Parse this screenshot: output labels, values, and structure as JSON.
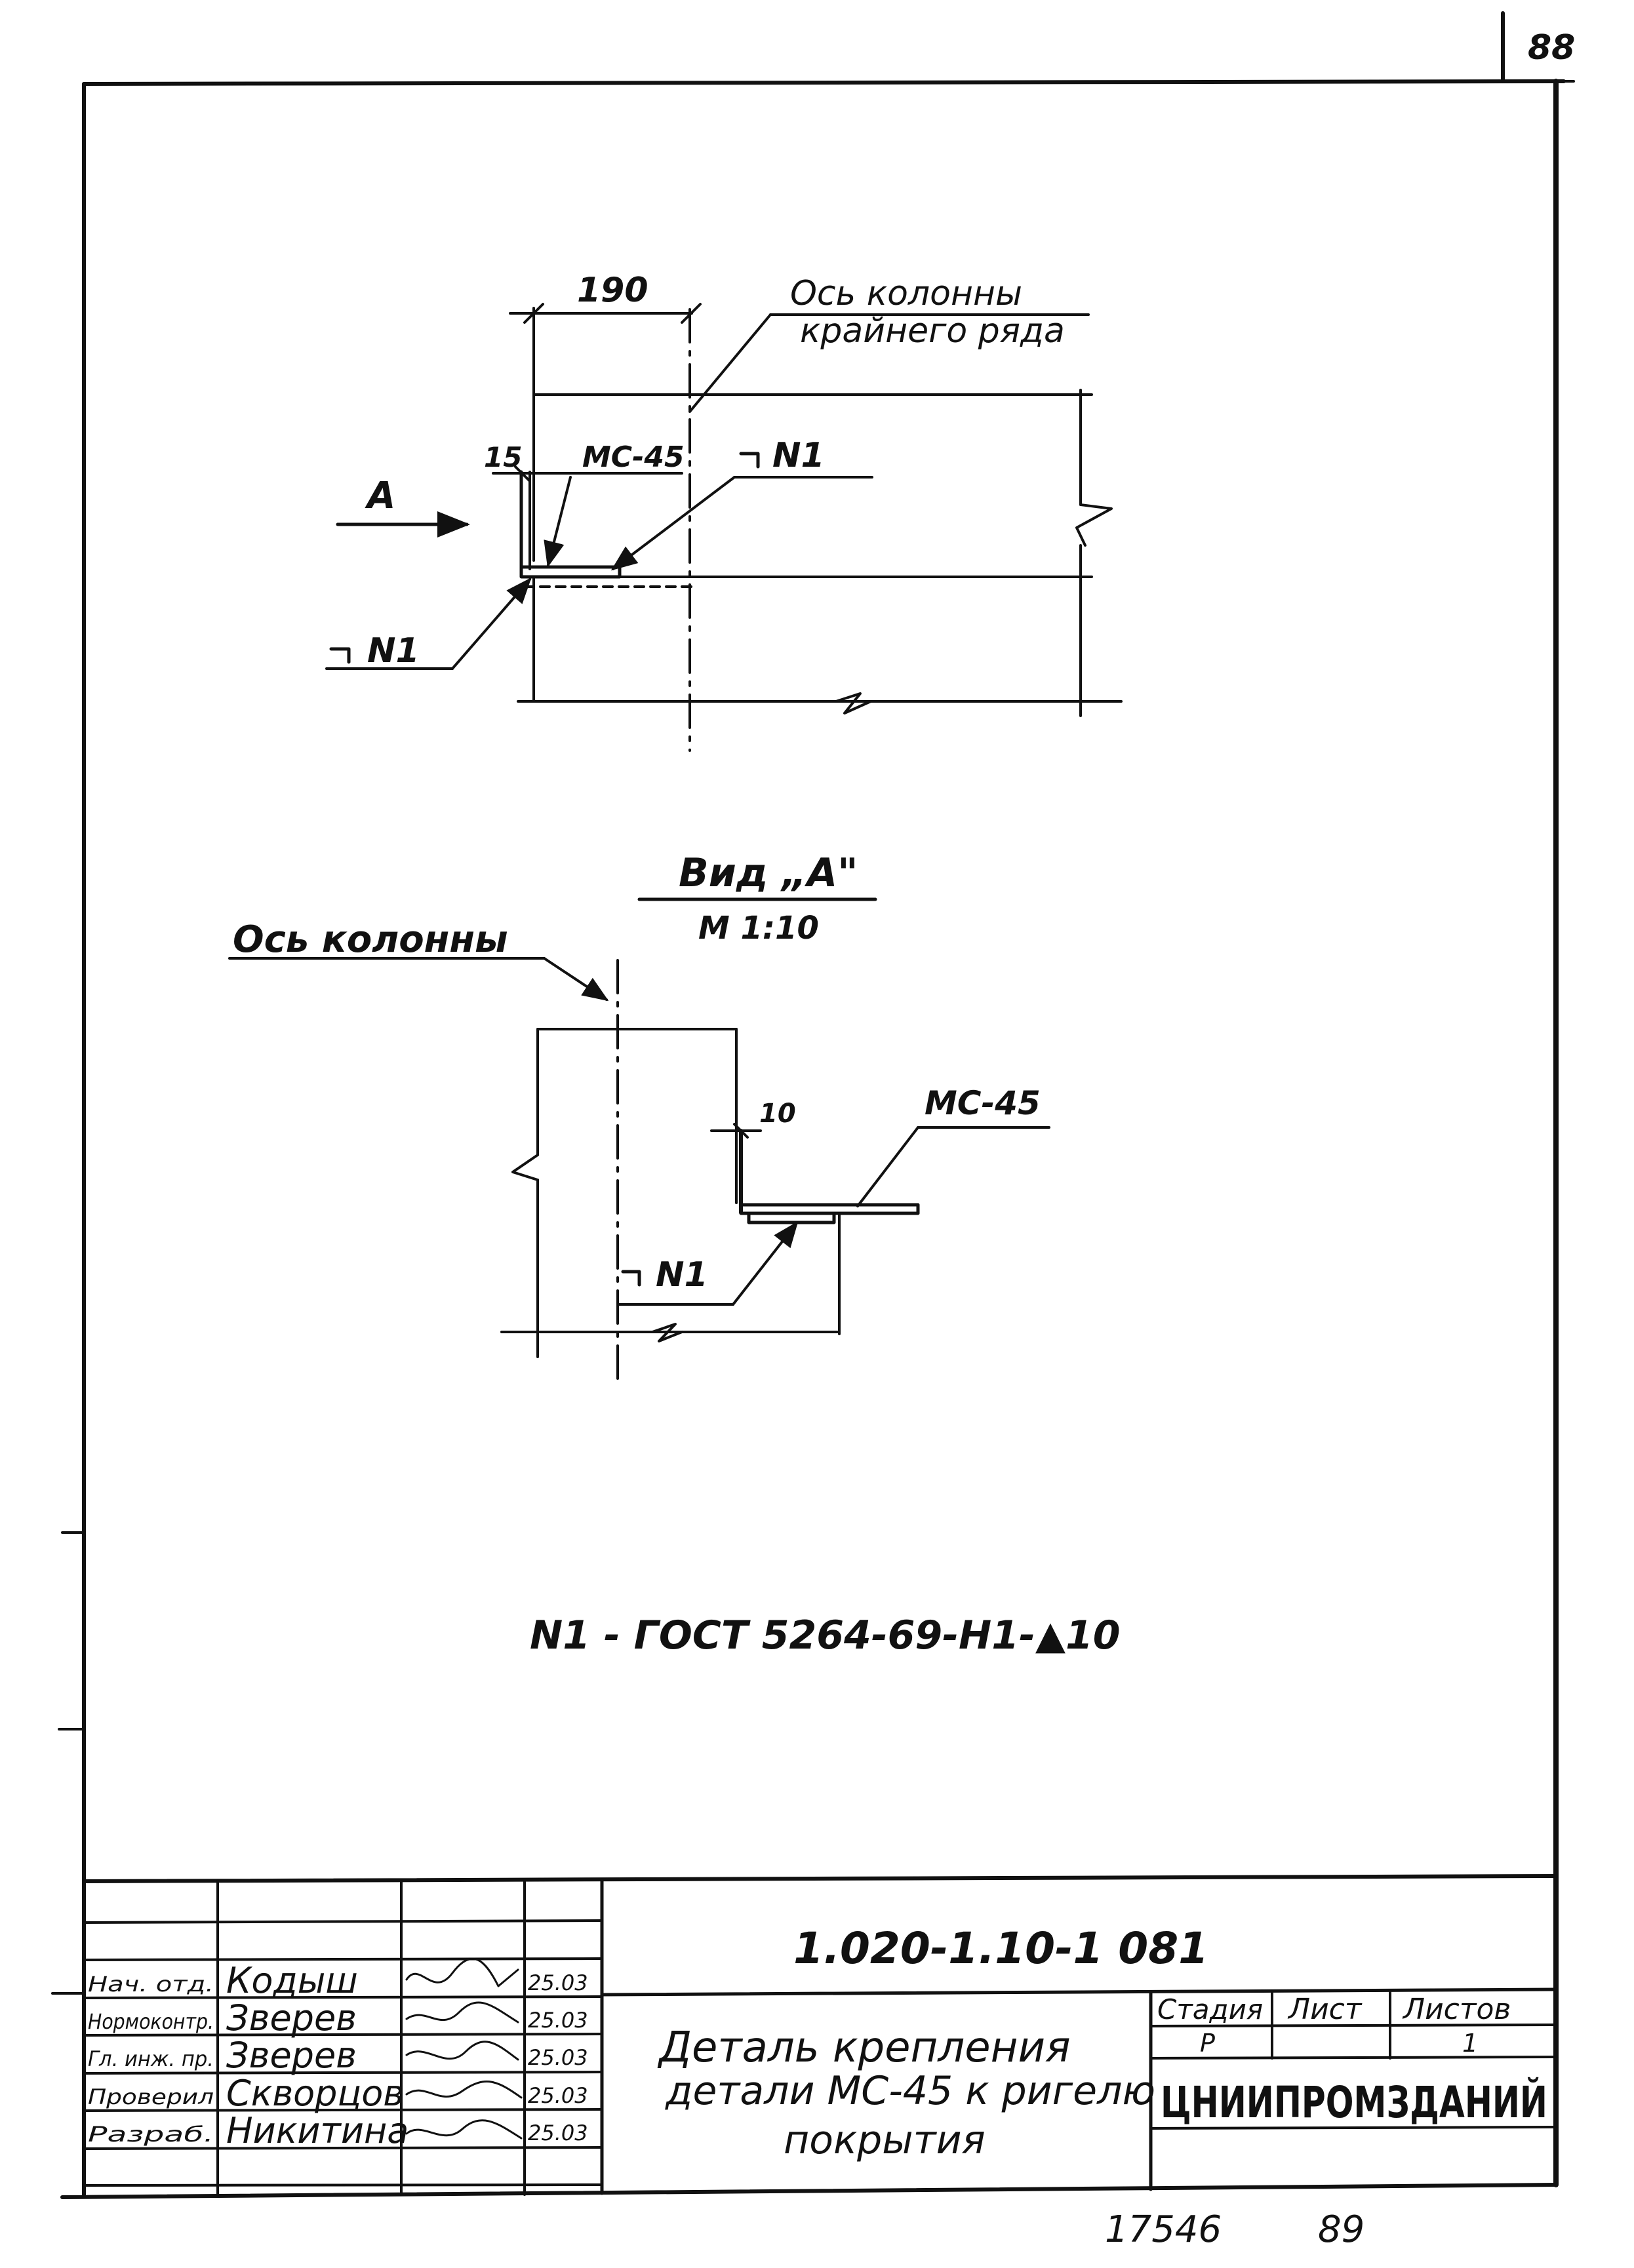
{
  "page": {
    "corner_number": "88",
    "bottom_number_left": "17546",
    "bottom_number_right": "89"
  },
  "plan_view": {
    "dim_width": "190",
    "axis_label_line1": "Ось колонны",
    "axis_label_line2": "крайнего ряда",
    "dim_gap": "15",
    "part_label": "МС-45",
    "angle_label_top": "N1",
    "angle_label_left": "N1",
    "view_arrow_label": "А"
  },
  "section_view": {
    "title": "Вид „А\"",
    "scale": "М 1:10",
    "axis_label": "Ось колонны",
    "dim_gap": "10",
    "part_label": "МС-45",
    "angle_label": "N1"
  },
  "spec_note": "N1 - ГОСТ 5264-69-Н1-▲10",
  "title_block": {
    "doc_code": "1.020-1.10-1 081",
    "drawing_title_line1": "Деталь крепления",
    "drawing_title_line2": "детали МС-45 к ригелю",
    "drawing_title_line3": "покрытия",
    "stage_header": "Стадия",
    "sheet_header": "Лист",
    "sheets_header": "Листов",
    "stage_value": "Р",
    "sheet_value": "",
    "sheets_value": "1",
    "organization": "ЦНИИПРОМЗДАНИЙ",
    "signers": [
      {
        "role": "Нач. отд.",
        "name": "Кодыш",
        "date": "25.03"
      },
      {
        "role": "Нормоконтр.",
        "name": "Зверев",
        "date": "25.03"
      },
      {
        "role": "Гл. инж. пр.",
        "name": "Зверев",
        "date": "25.03"
      },
      {
        "role": "Проверил",
        "name": "Скворцов",
        "date": "25.03"
      },
      {
        "role": "Разраб.",
        "name": "Никитина",
        "date": "25.03"
      }
    ]
  }
}
